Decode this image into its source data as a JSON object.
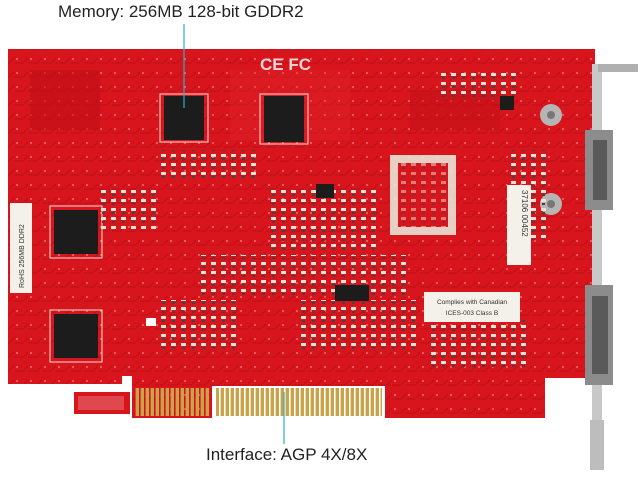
{
  "annotations": {
    "memory": "Memory: 256MB 128-bit GDDR2",
    "interface": "Interface: AGP 4X/8X"
  },
  "board": {
    "pcb_color": "#d8141c",
    "certification_marks": "CE FC",
    "compliance_label_line1": "Complies with Canadian",
    "compliance_label_line2": "ICES-003 Class B",
    "sticker_right_text": "37106  00452",
    "sticker_left_text": "RoHS 256MB DDR2"
  },
  "colors": {
    "leader_line": "#2ab0c8",
    "gold_contacts": "#c9a24a",
    "chip": "#1c1c1c",
    "bracket": "#c8c8c8"
  }
}
